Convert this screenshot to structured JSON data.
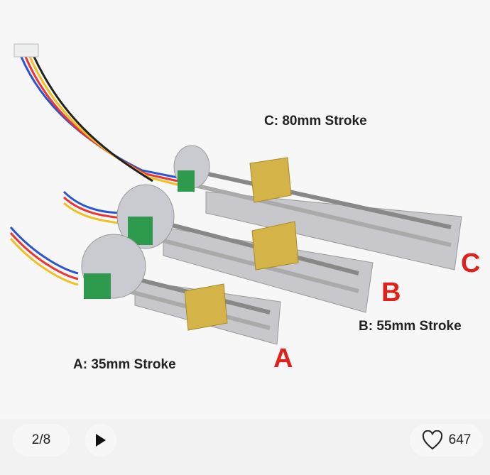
{
  "viewer": {
    "counter": "2/8",
    "likes": "647"
  },
  "image": {
    "label_c": "C: 80mm Stroke",
    "label_b": "B: 55mm Stroke",
    "label_a": "A: 35mm Stroke",
    "letter_a": "A",
    "letter_b": "B",
    "letter_c": "C"
  },
  "colors": {
    "accent_red": "#e0201c"
  }
}
